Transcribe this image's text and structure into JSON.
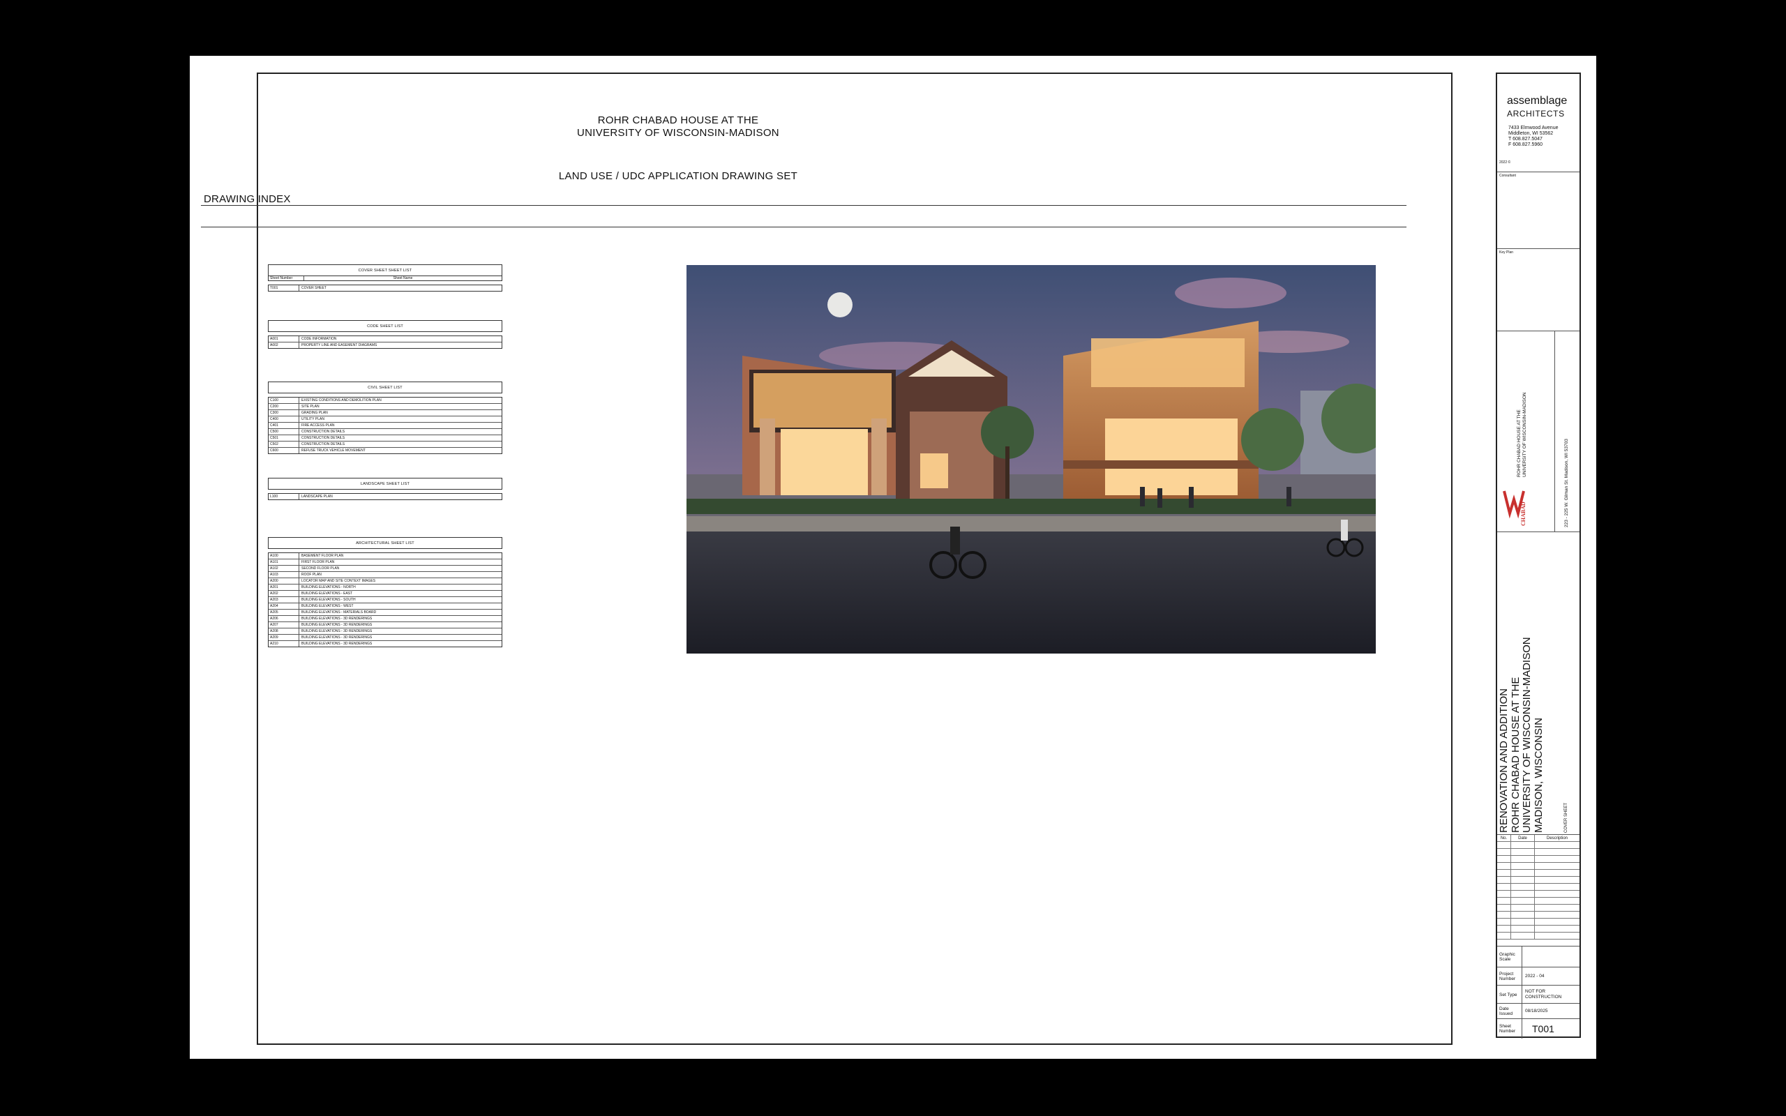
{
  "title_block_lines": [
    "ROHR CHABAD HOUSE AT THE",
    "UNIVERSITY OF WISCONSIN-MADISON"
  ],
  "subtitle": "LAND USE / UDC APPLICATION DRAWING SET",
  "drawing_index_label": "DRAWING INDEX",
  "sheet_lists": [
    {
      "title": "COVER SHEET SHEET LIST",
      "col_number": "Sheet Number",
      "col_name": "Sheet Name",
      "rows": [
        [
          "T001",
          "COVER SHEET"
        ]
      ]
    },
    {
      "title": "CODE SHEET LIST",
      "rows": [
        [
          "A001",
          "CODE INFORMATION"
        ],
        [
          "A002",
          "PROPERTY LINE AND EASEMENT DIAGRAMS"
        ]
      ]
    },
    {
      "title": "CIVIL SHEET LIST",
      "rows": [
        [
          "C100",
          "EXISTING CONDITIONS AND DEMOLITION PLAN"
        ],
        [
          "C200",
          "SITE PLAN"
        ],
        [
          "C300",
          "GRADING PLAN"
        ],
        [
          "C400",
          "UTILITY PLAN"
        ],
        [
          "C401",
          "FIRE ACCESS PLAN"
        ],
        [
          "C500",
          "CONSTRUCTION DETAILS"
        ],
        [
          "C501",
          "CONSTRUCTION DETAILS"
        ],
        [
          "C502",
          "CONSTRUCTION DETAILS"
        ],
        [
          "C600",
          "REFUSE TRUCK VEHICLE MOVEMENT"
        ]
      ]
    },
    {
      "title": "LANDSCAPE SHEET LIST",
      "rows": [
        [
          "L100",
          "LANDSCAPE PLAN"
        ]
      ]
    },
    {
      "title": "ARCHITECTURAL SHEET LIST",
      "rows": [
        [
          "A100",
          "BASEMENT FLOOR PLAN"
        ],
        [
          "A101",
          "FIRST FLOOR PLAN"
        ],
        [
          "A102",
          "SECOND FLOOR PLAN"
        ],
        [
          "A103",
          "ROOF PLAN"
        ],
        [
          "A200",
          "LOCATOR MAP AND SITE CONTEXT IMAGES"
        ],
        [
          "A201",
          "BUILDING ELEVATIONS - NORTH"
        ],
        [
          "A202",
          "BUILDING ELEVATIONS - EAST"
        ],
        [
          "A203",
          "BUILDING ELEVATIONS - SOUTH"
        ],
        [
          "A204",
          "BUILDING ELEVATIONS - WEST"
        ],
        [
          "A205",
          "BUILDING ELEVATIONS - MATERIALS BOARD"
        ],
        [
          "A206",
          "BUILDING ELEVATIONS - 3D RENDERINGS"
        ],
        [
          "A207",
          "BUILDING ELEVATIONS - 3D RENDERINGS"
        ],
        [
          "A208",
          "BUILDING ELEVATIONS - 3D RENDERINGS"
        ],
        [
          "A209",
          "BUILDING ELEVATIONS - 3D RENDERINGS"
        ],
        [
          "A210",
          "BUILDING ELEVATIONS - 3D RENDERINGS"
        ]
      ]
    }
  ],
  "title_block": {
    "firm_name": "assemblage",
    "firm_sub": "ARCHITECTS",
    "address": [
      "7433 Elmwood Avenue",
      "Middleton, WI 53562",
      "T 608.827.5047",
      "F 608.827.5960"
    ],
    "year": "2022 ©",
    "consultant_label": "Consultant",
    "keyplan_label": "Key Plan",
    "project_lines_small": [
      "ROHR CHABAD HOUSE AT THE",
      "UNIVERSITY OF WISCONSIN-MADISON"
    ],
    "address_small": "223 - 225 W. Gilman St. Madison, WI 53703",
    "project_lines_large": [
      "RENOVATION AND ADDITION",
      "ROHR CHABAD HOUSE AT THE",
      "UNIVERSITY OF WISCONSIN-MADISON",
      "MADISON, WISCONSIN"
    ],
    "sheet_title": "COVER SHEET",
    "rev_headers": [
      "No.",
      "Date",
      "Description"
    ],
    "graphic_scale_label": "Graphic Scale",
    "project_number_label": "Project Number",
    "project_number": "2022 - 04",
    "set_type_label": "Set Type",
    "set_type": "NOT FOR CONSTRUCTION",
    "date_issued_label": "Date Issued",
    "date_issued": "08/18/2025",
    "sheet_number_label": "Sheet Number",
    "sheet_number": "T001",
    "logo_text": "CHABAD"
  }
}
